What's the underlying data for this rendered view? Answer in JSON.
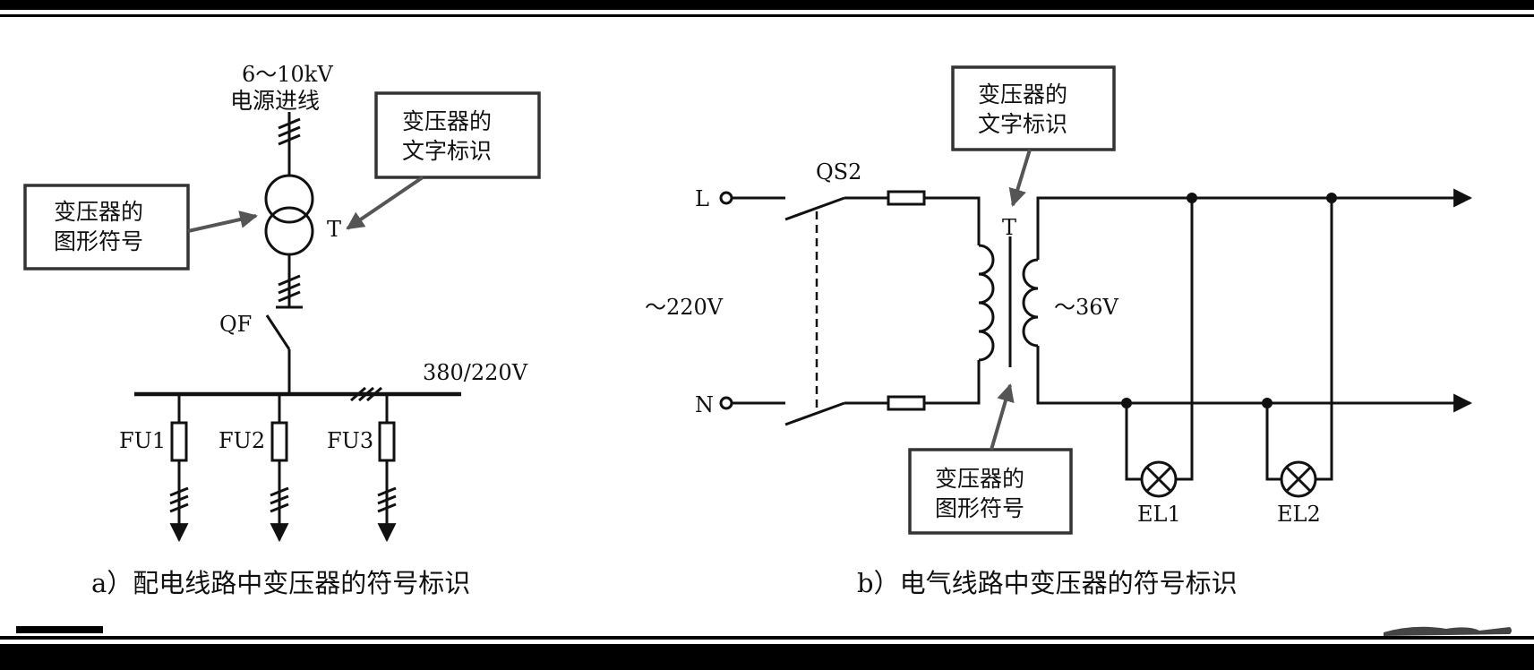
{
  "diagram_a": {
    "supply_voltage": "6～10kV",
    "supply_label": "电源进线",
    "graphic_callout": [
      "变压器的",
      "图形符号"
    ],
    "text_callout": [
      "变压器的",
      "文字标识"
    ],
    "transformer_tag": "T",
    "breaker_tag": "QF",
    "bus_voltage": "380/220V",
    "fuses": [
      "FU1",
      "FU2",
      "FU3"
    ],
    "caption": "a）配电线路中变压器的符号标识"
  },
  "diagram_b": {
    "terminal_l": "L",
    "terminal_n": "N",
    "switch_tag": "QS2",
    "primary_voltage": "～220V",
    "secondary_voltage": "～36V",
    "transformer_tag": "T",
    "text_callout": [
      "变压器的",
      "文字标识"
    ],
    "graphic_callout": [
      "变压器的",
      "图形符号"
    ],
    "lamps": [
      "EL1",
      "EL2"
    ],
    "caption": "b）电气线路中变压器的符号标识"
  }
}
